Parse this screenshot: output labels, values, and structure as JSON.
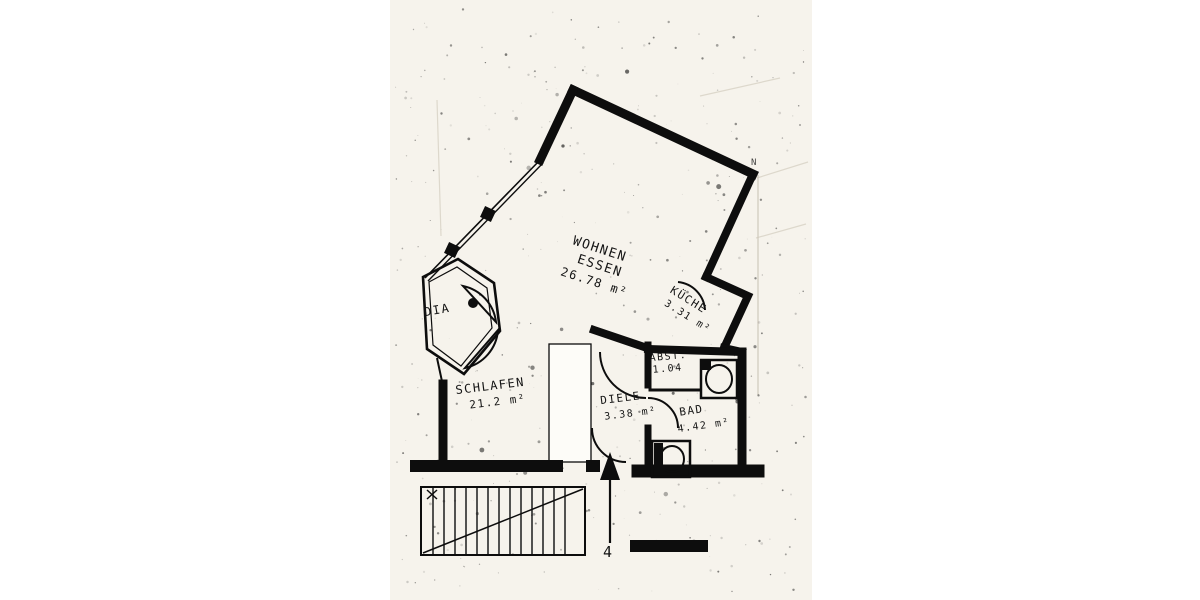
{
  "plan": {
    "rooms": {
      "wohnen": {
        "line1": "WOHNEN",
        "line2": "ESSEN",
        "area": "26.78 m²"
      },
      "kueche": {
        "name": "KÜCHE",
        "area": "3.31 m²"
      },
      "abst": {
        "name": "ABST.",
        "area": "1.04"
      },
      "diele": {
        "name": "DIELE",
        "area": "3.38 m²"
      },
      "bad": {
        "name": "BAD",
        "area": "4.42 m²"
      },
      "schlafen": {
        "name": "SCHLAFEN",
        "area": "21.2 m²"
      },
      "dia": {
        "name": "DIA"
      }
    },
    "annotations": {
      "stair_arrow_number": "4",
      "north_mark": "N"
    },
    "colors": {
      "ink": "#0d0d0d",
      "paper": "#f6f3ec",
      "page_background": "#ffffff"
    }
  }
}
